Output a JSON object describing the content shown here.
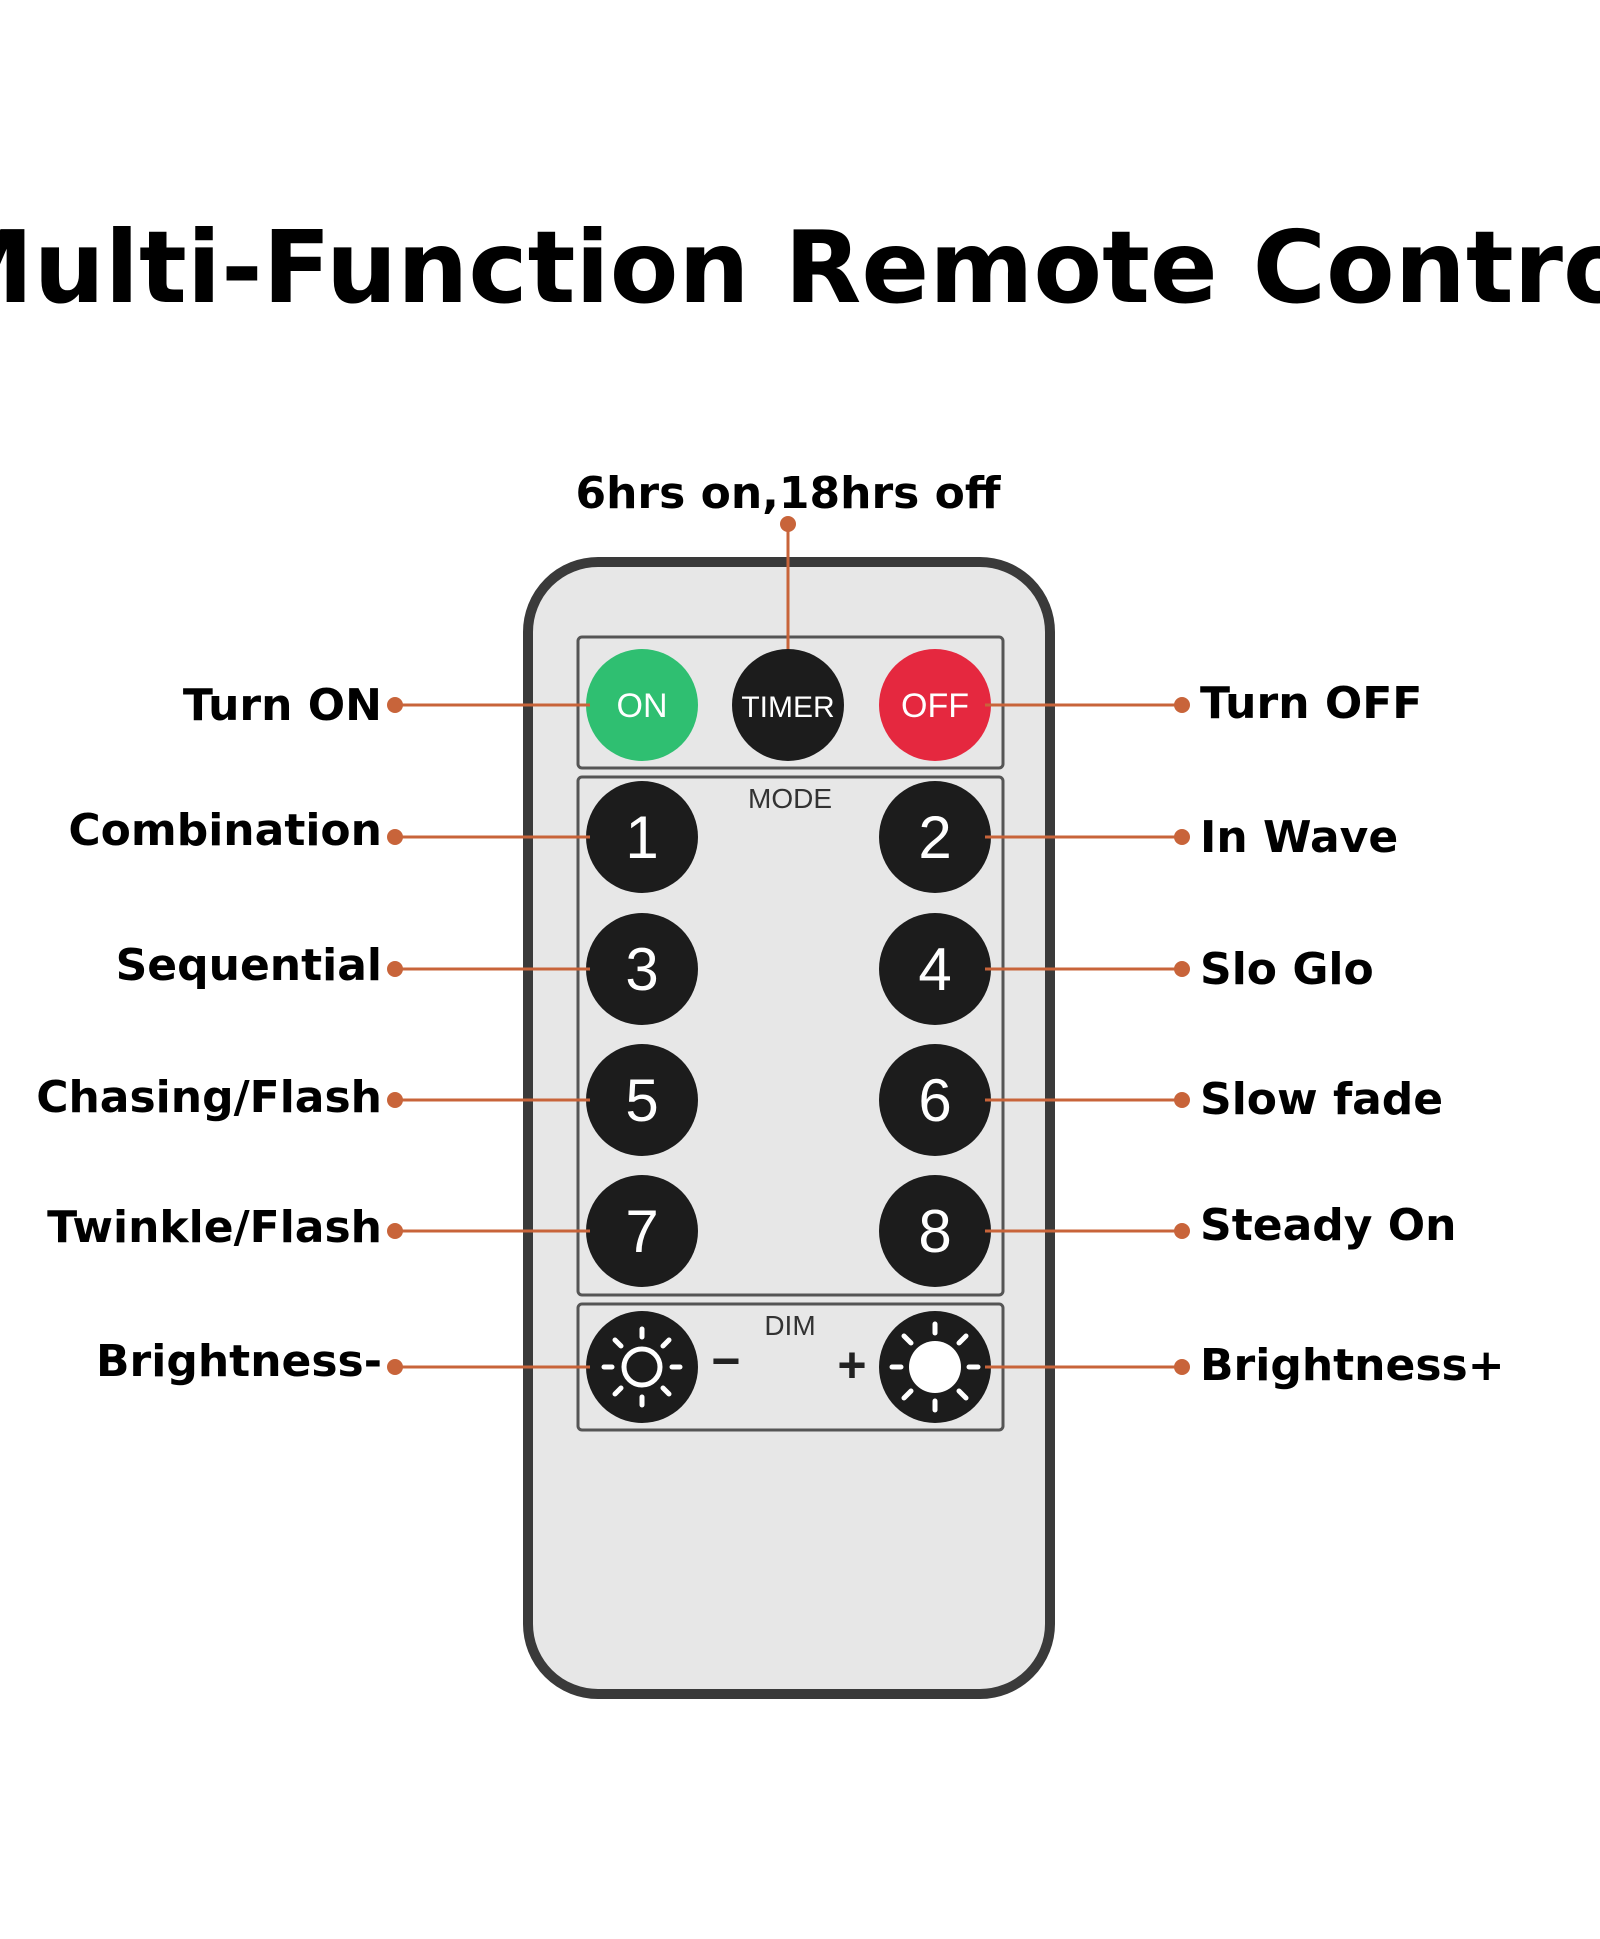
{
  "title": "Multi-Function Remote Control",
  "timer_note": "6hrs on,18hrs off",
  "remote": {
    "mode_label": "MODE",
    "dim_label": "DIM",
    "minus_symbol": "−",
    "plus_symbol": "+",
    "top_buttons": {
      "on": "ON",
      "timer": "TIMER",
      "off": "OFF"
    },
    "mode_buttons": [
      "1",
      "2",
      "3",
      "4",
      "5",
      "6",
      "7",
      "8"
    ]
  },
  "labels_left": [
    "Turn ON",
    "Combination",
    "Sequential",
    "Chasing/Flash",
    "Twinkle/Flash",
    "Brightness-"
  ],
  "labels_right": [
    "Turn OFF",
    "In Wave",
    "Slo Glo",
    "Slow fade",
    "Steady On",
    "Brightness+"
  ],
  "colors": {
    "on_button": "#2fbf71",
    "off_button": "#e5283f",
    "remote_body": "#e7e7e7",
    "leader_line": "#c8643a",
    "button_dark": "#1c1c1c"
  },
  "icons": {
    "brightness_down": "sun-small-icon",
    "brightness_up": "sun-large-icon"
  }
}
